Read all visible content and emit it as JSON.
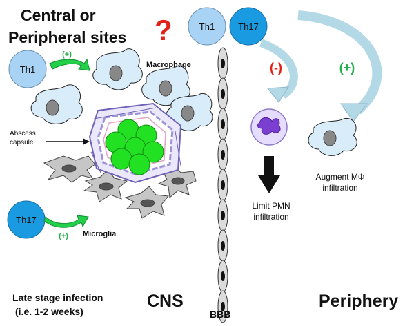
{
  "title": {
    "line1": "Central or",
    "line2": "Peripheral sites",
    "mark": "?"
  },
  "cells": {
    "th1": "Th1",
    "th17": "Th17",
    "plus": "(+)",
    "minus": "(-)"
  },
  "labels": {
    "macrophage": "Macrophage",
    "abscess_line1": "Abscess",
    "abscess_line2": "capsule",
    "microglia": "Microglia",
    "limit_line1": "Limit PMN",
    "limit_line2": "infiltration",
    "augment_line1": "Augment MΦ",
    "augment_line2": "infiltration",
    "late_line1": "Late stage infection",
    "late_line2": "(i.e. 1-2 weeks)",
    "cns": "CNS",
    "bbb": "BBB",
    "periphery": "Periphery"
  },
  "colors": {
    "th1_fill": "#a9d3f4",
    "th17_fill": "#1a9ae0",
    "macrophage_fill": "#d9ecf9",
    "microglia_fill": "#c6c6c6",
    "bacteria_fill": "#22e022",
    "plus_green": "#22b04a",
    "minus_red": "#e0221b",
    "question_red": "#e0221b",
    "arrow_light": "#b4d9e6",
    "capsule_purple": "#c8c3f0",
    "pmn_fill": "#e6dcff",
    "pmn_nucleus": "#7a3fd0"
  }
}
